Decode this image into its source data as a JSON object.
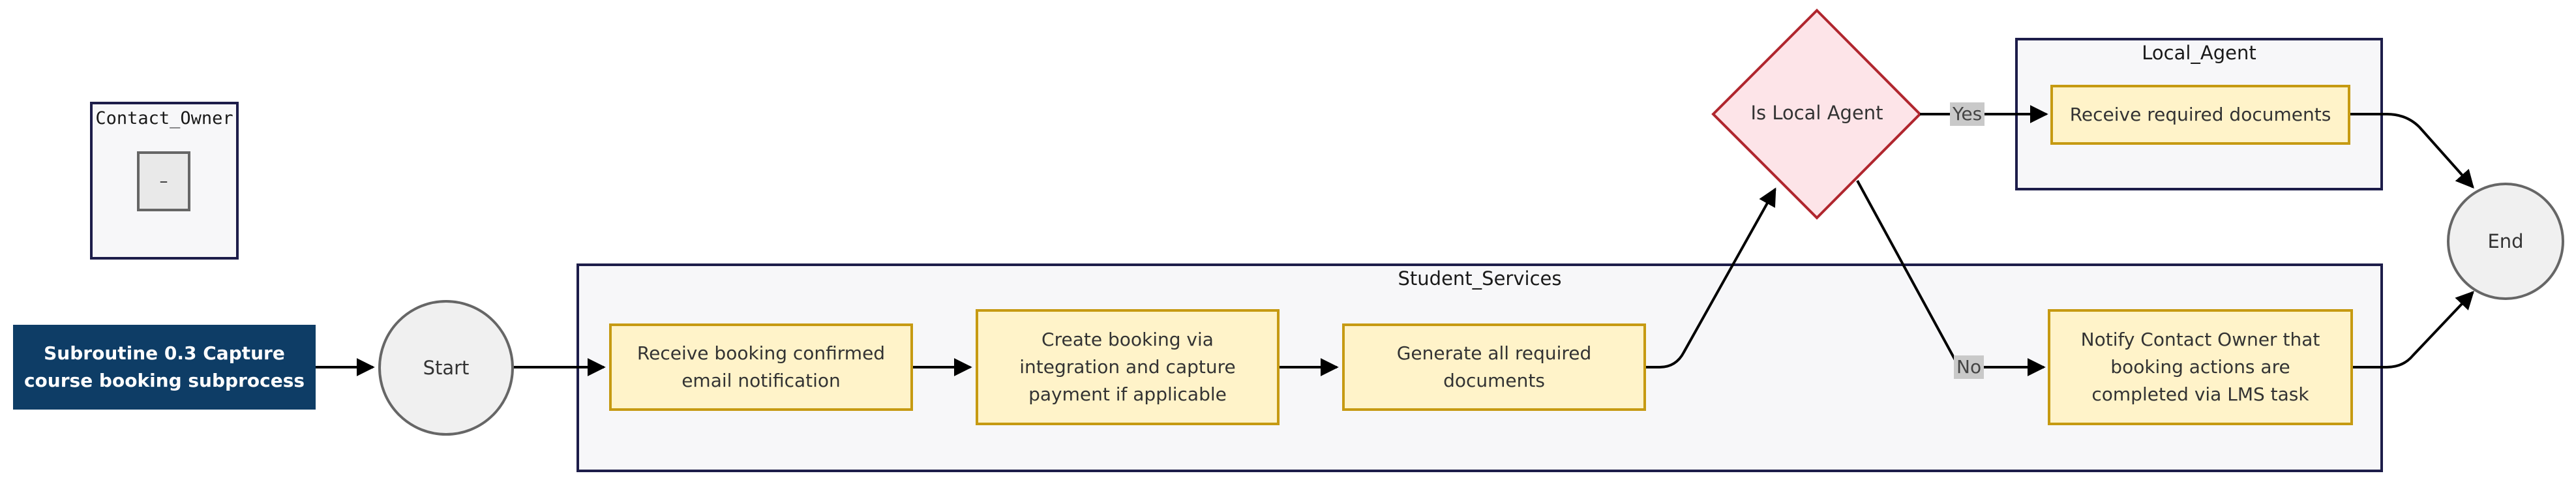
{
  "lanes": {
    "contact_owner": {
      "title": "Contact_Owner",
      "placeholder": "–"
    },
    "student_services": {
      "title": "Student_Services"
    },
    "local_agent": {
      "title": "Local_Agent"
    }
  },
  "nodes": {
    "subroutine": "Subroutine 0.3 Capture course booking subprocess",
    "start": "Start",
    "receive_booking": "Receive booking confirmed email notification",
    "create_booking": "Create booking via integration and capture payment if applicable",
    "generate_docs": "Generate all required documents",
    "decision": "Is Local Agent",
    "receive_docs": "Receive required documents",
    "notify_owner": "Notify Contact Owner that booking actions are completed via LMS task",
    "end": "End"
  },
  "edges": {
    "yes_label": "Yes",
    "no_label": "No"
  },
  "colors": {
    "lane_border": "#1d1d4a",
    "lane_fill": "#f7f7f9",
    "task_fill": "#fff3c9",
    "task_border": "#c69a12",
    "decision_fill": "#fde4e8",
    "decision_border": "#b0262e",
    "subroutine_fill": "#0e3d66",
    "edge": "#000000"
  }
}
